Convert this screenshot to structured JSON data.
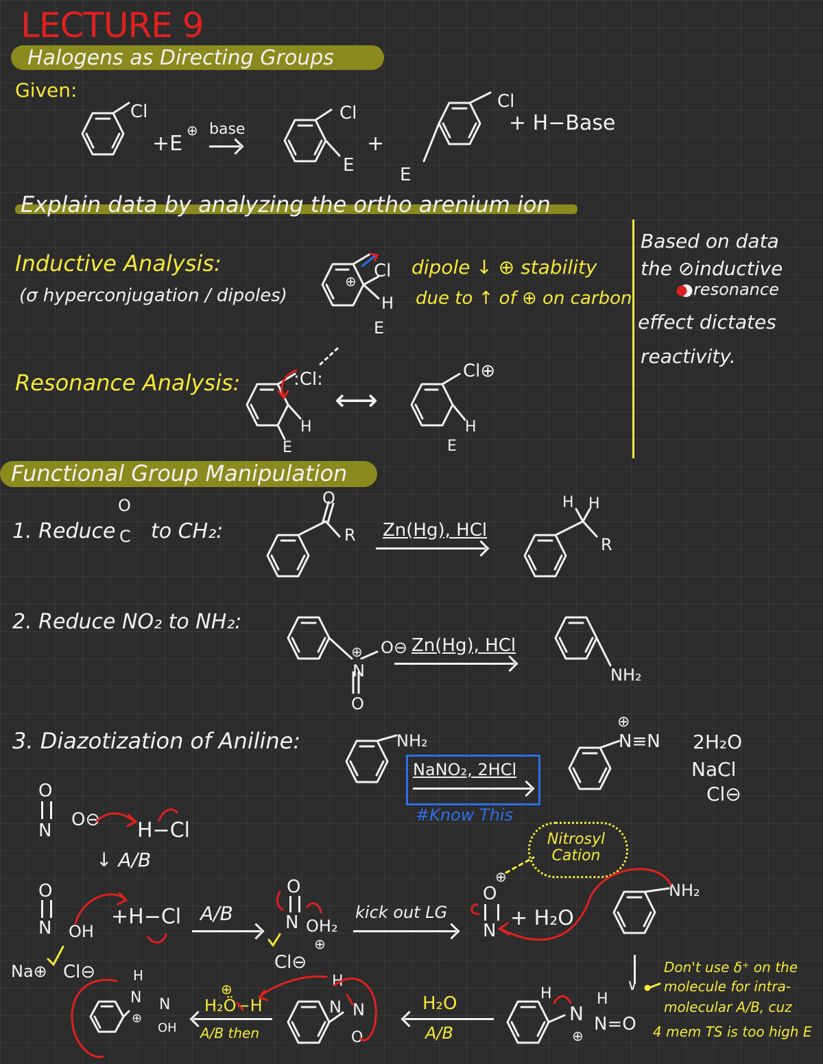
{
  "lecture_title": "LECTURE 9",
  "section1": {
    "heading": "Halogens as Directing Groups",
    "given": "Given:",
    "reaction": {
      "reactant_sub": "Cl",
      "plus_electrophile": "+E",
      "electrophile_charge": "⊕",
      "condition": "base",
      "ortho_cl": "Cl",
      "ortho_e": "E",
      "plus1": "+",
      "para_cl": "Cl",
      "para_e": "E",
      "byproduct": "+ H−Base"
    },
    "explain": "Explain data by analyzing the ortho arenium ion",
    "inductive_label": "Inductive Analysis:",
    "inductive_sub": "(σ hyperconjugation / dipoles)",
    "inductive_mol": {
      "cl": "Cl",
      "h": "H",
      "e": "E",
      "charge": "⊕"
    },
    "dipole_note_1": "dipole ↓ ⊕ stability",
    "dipole_note_2": "due to ↑ of ⊕ on carbon",
    "resonance_label": "Resonance Analysis:",
    "resonance_mol1": {
      "cl": ":Cl:",
      "h": "H",
      "e": "E"
    },
    "resonance_mol2": {
      "cl": "Cl⊕",
      "h": "H",
      "e": "E"
    },
    "resonance_arrow": "⟷",
    "side_note": [
      "Based on data",
      "the ⊘inductive",
      "●resonance",
      "effect dictates",
      "reactivity."
    ]
  },
  "section2": {
    "heading": "Functional Group Manipulation",
    "step1": {
      "label": "1. Reduce",
      "carbonyl_o": "O",
      "carbonyl_c": "C",
      "label_end": "to CH₂:",
      "r1": "R",
      "reagent": "Zn(Hg), HCl",
      "h1": "H",
      "h2": "H",
      "r2": "R"
    },
    "step2": {
      "label": "2. Reduce NO₂ to NH₂:",
      "n": "N",
      "n_charge": "⊕",
      "o_minus": "O⊖",
      "o_double": "O",
      "reagent": "Zn(Hg), HCl",
      "product": "NH₂"
    },
    "step3": {
      "label": "3. Diazotization of Aniline:",
      "reactant": "NH₂",
      "reagent": "NaNO₂, 2HCl",
      "know": "#Know This",
      "product_group": "N≡N",
      "product_charge": "⊕",
      "byproducts": [
        "2H₂O",
        "NaCl",
        "Cl⊖"
      ]
    },
    "mechanism": {
      "nitrite_o": "O",
      "nitrite_n": "N",
      "nitrite_o2": "O⊖",
      "hcl": "H−Cl",
      "ab1": "↓ A/B",
      "nitrous_o": "O",
      "nitrous_n": "N",
      "nitrous_oh": "OH",
      "plus_hcl": "+H−Cl",
      "ab2": "A/B",
      "na": "Na⊕",
      "cl1": "Cl⊖",
      "prot_o": "O",
      "prot_n": "N",
      "prot_oh2": "OH₂",
      "prot_charge": "⊕",
      "cl2": "Cl⊖",
      "kick": "kick out LG",
      "nitrosyl_o": "O",
      "nitrosyl_charge": "⊕",
      "nitrosyl_n": "N",
      "plus_water": "+ H₂O",
      "nitrosyl_bubble": "Nitrosyl Cation",
      "aniline_nh2": "NH₂",
      "nnitroso_h": "H",
      "nnitroso_n": "N",
      "nnitroso_h2": "H",
      "nnitroso_charge": "⊕",
      "nnitroso_no": "N=O",
      "h2o_ab": "H₂O",
      "ab3": "A/B",
      "taut_h": "H",
      "taut_n": "N",
      "taut_n2": "N",
      "taut_o": "O",
      "h3o": "H₂Ö−H",
      "h3o_charge": "⊕",
      "ab_then": "A/B then",
      "diazo_h": "H",
      "diazo_n": "N",
      "diazo_n2": "N",
      "diazo_oh": "OH",
      "diazo_charge": "⊕",
      "side_note": [
        "Don't use δ⁺ on the",
        "molecule for intra-",
        "molecular A/B, cuz",
        "4 mem TS is too high E"
      ]
    }
  },
  "colors": {
    "bg": "#2c2c2c",
    "yellow": "#f5e93a",
    "red": "#e02020",
    "blue": "#2d6fe8",
    "ink": "#f2f2f2",
    "olive": "#8a8a1e"
  }
}
